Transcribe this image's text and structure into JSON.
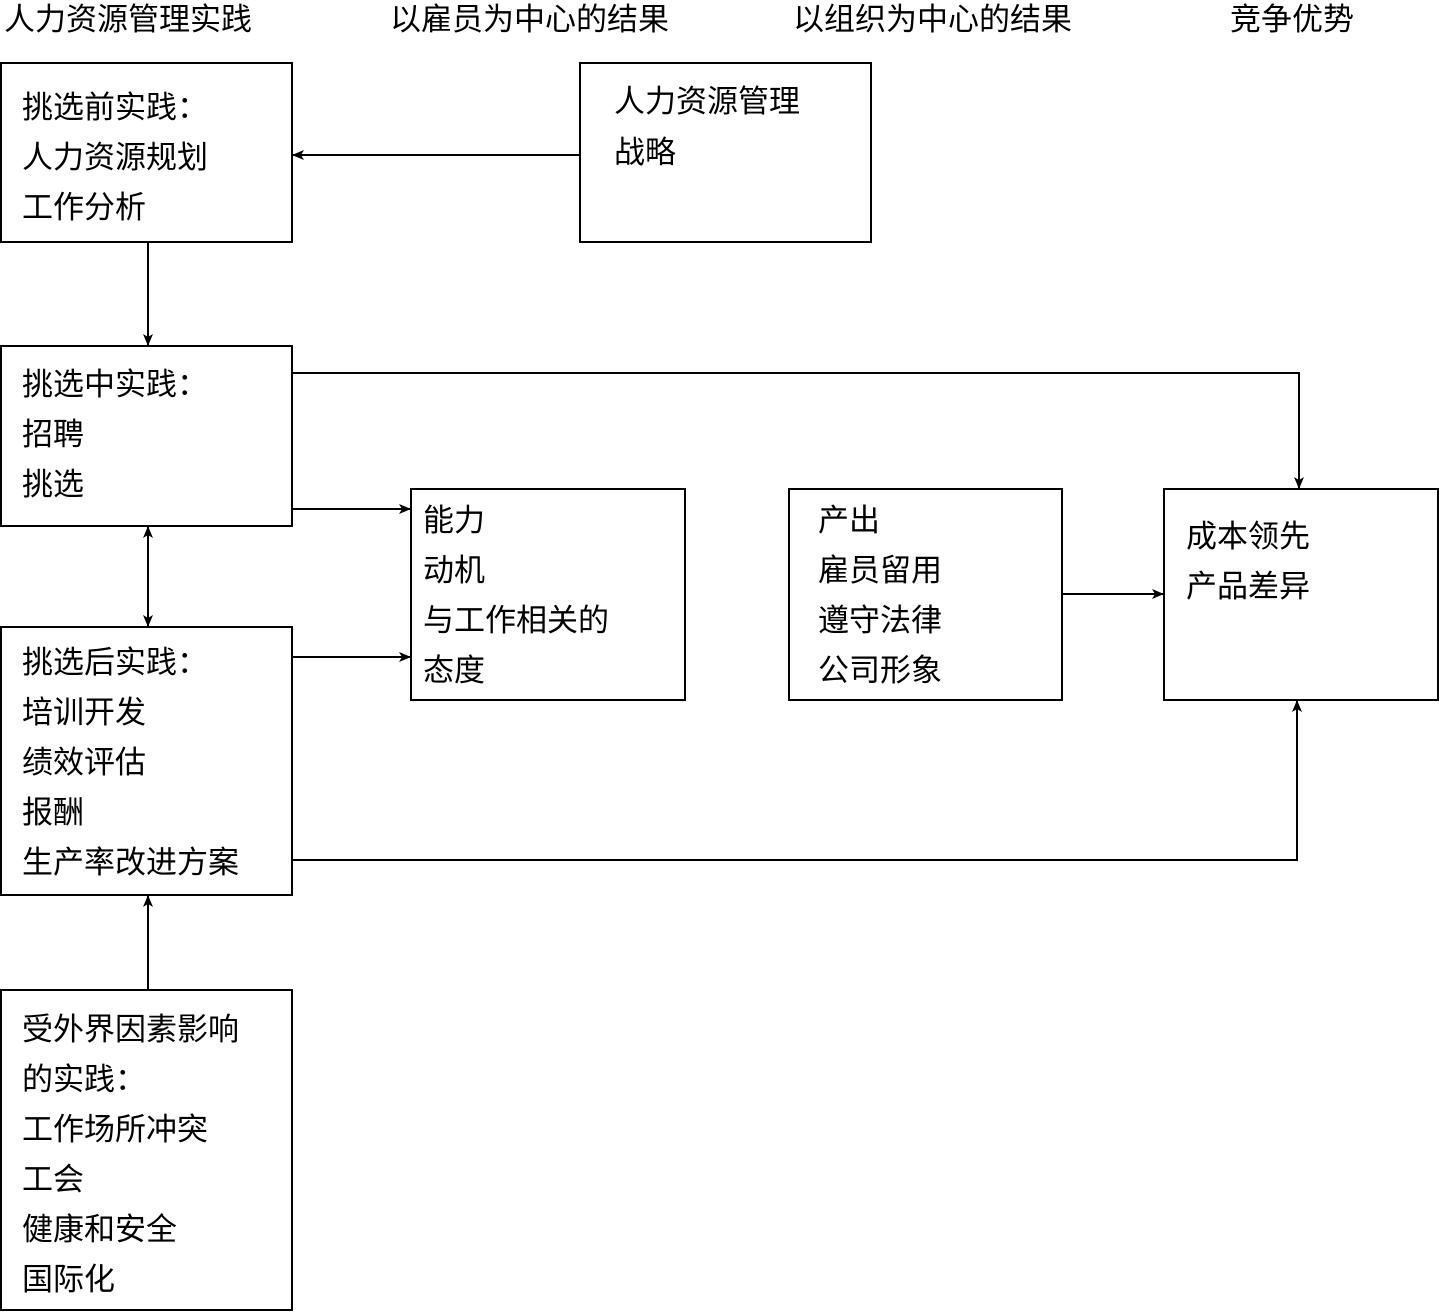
{
  "headers": [
    "人力资源管理实践",
    "以雇员为中心的结果",
    "以组织为中心的结果",
    "竞争优势"
  ],
  "pre_selection": {
    "lines": [
      "挑选前实践：",
      "人力资源规划",
      "工作分析"
    ]
  },
  "strategy": {
    "lines": [
      "人力资源管理",
      "战略"
    ]
  },
  "selection": {
    "lines": [
      "挑选中实践：",
      "招聘",
      "挑选"
    ]
  },
  "post_selection": {
    "lines": [
      "挑选后实践：",
      "培训开发",
      "绩效评估",
      "报酬",
      "生产率改进方案"
    ]
  },
  "external": {
    "lines": [
      "受外界因素影响",
      "的实践：",
      "工作场所冲突",
      "工会",
      "健康和安全",
      "国际化"
    ]
  },
  "employee_outcomes": {
    "lines": [
      "能力",
      "动机",
      "与工作相关的",
      "态度"
    ]
  },
  "org_outcomes": {
    "lines": [
      "产出",
      "雇员留用",
      "遵守法律",
      "公司形象"
    ]
  },
  "competitive_advantage": {
    "lines": [
      "成本领先",
      "产品差异"
    ]
  }
}
